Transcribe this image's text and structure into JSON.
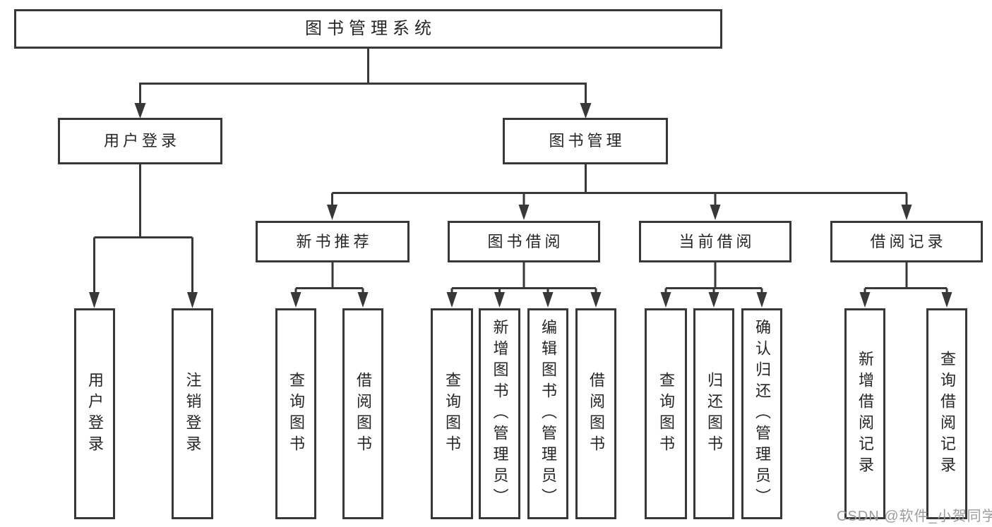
{
  "diagram": {
    "root": {
      "label": "图书管理系统"
    },
    "level2": [
      {
        "label": "用户登录"
      },
      {
        "label": "图书管理"
      }
    ],
    "level3": [
      {
        "label": "新书推荐"
      },
      {
        "label": "图书借阅"
      },
      {
        "label": "当前借阅"
      },
      {
        "label": "借阅记录"
      }
    ],
    "leaves": {
      "user": [
        "用户登录",
        "注销登录"
      ],
      "recommend": [
        "查询图书",
        "借阅图书"
      ],
      "borrow": [
        "查询图书",
        "新增图书（管理员）",
        "编辑图书（管理员）",
        "借阅图书"
      ],
      "current": [
        "查询图书",
        "归还图书",
        "确认归还（管理员）"
      ],
      "records": [
        "新增借阅记录",
        "查询借阅记录"
      ]
    }
  },
  "watermark": "CSDN @软件_小贺同学",
  "colors": {
    "line": "#383838",
    "box_border": "#383838",
    "text": "#262626",
    "watermark": "#9c9c9c",
    "background": "#ffffff"
  }
}
